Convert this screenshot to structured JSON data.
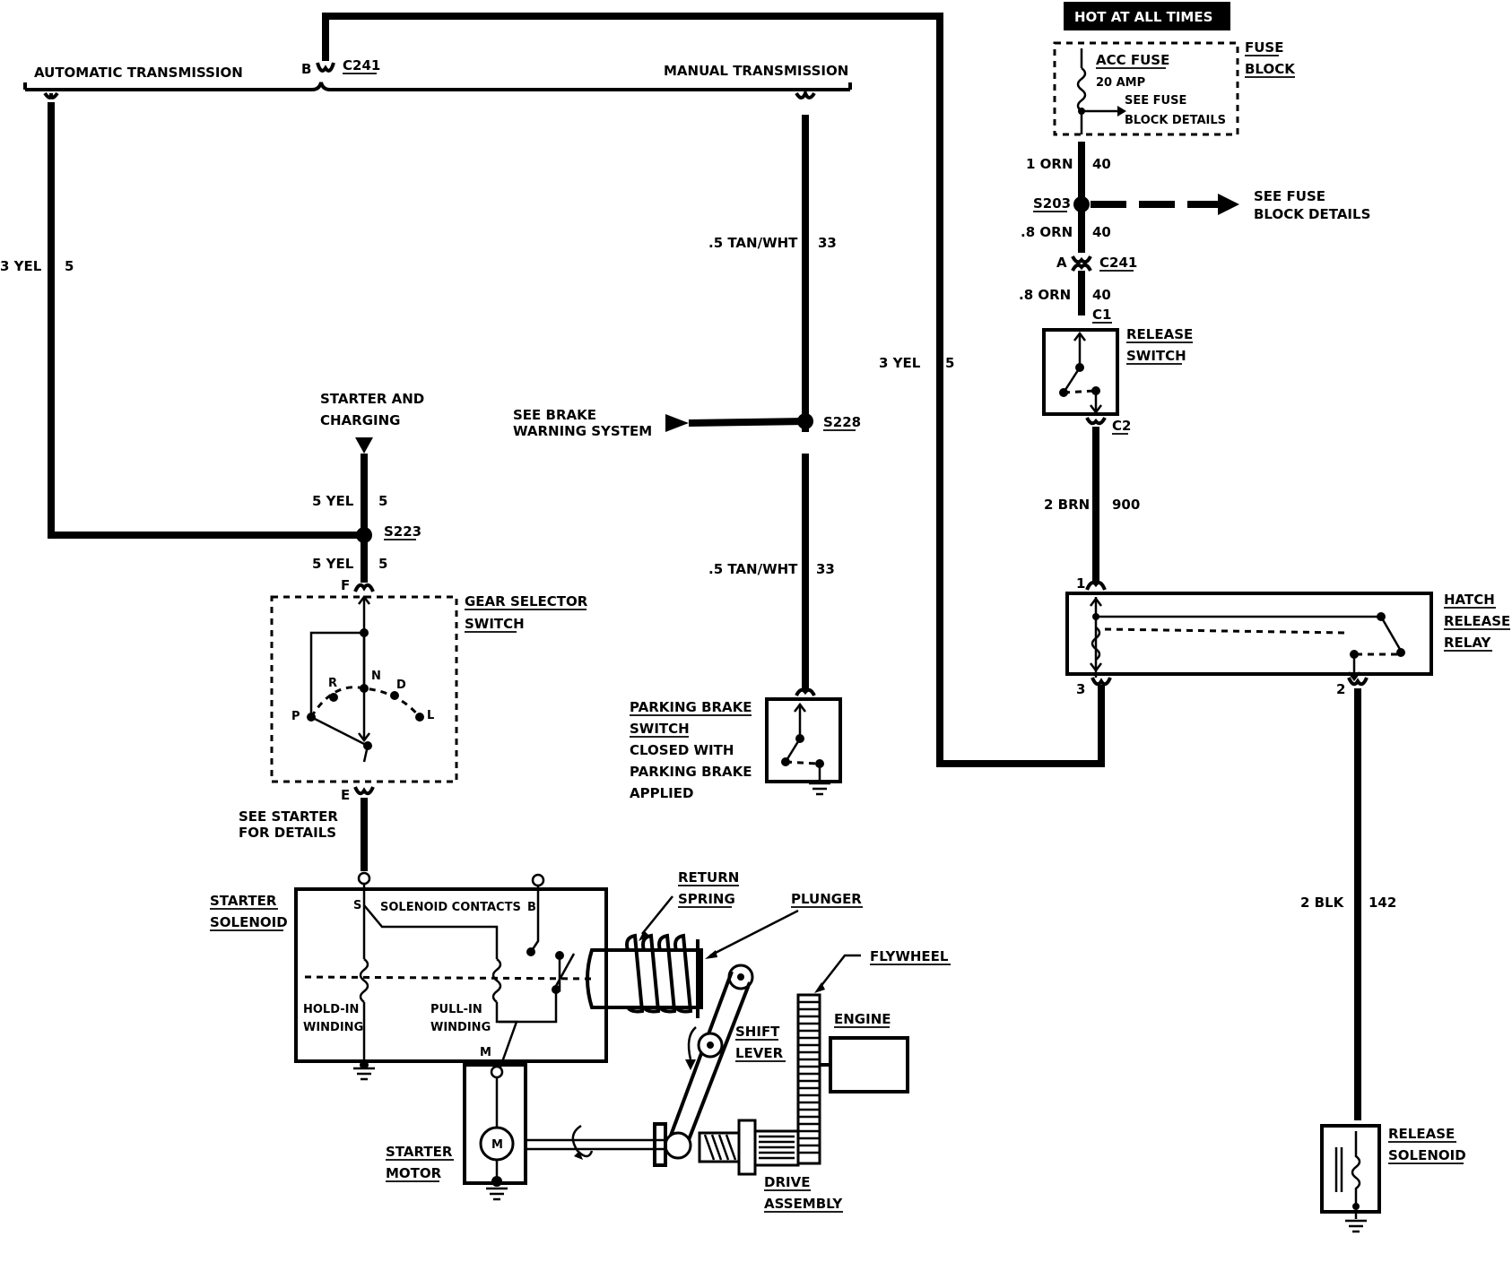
{
  "labels": {
    "hot_at_all_times": "HOT AT ALL TIMES",
    "acc_fuse": "ACC FUSE",
    "amp": "20 AMP",
    "see_fuse_1": "SEE FUSE",
    "block_details_1": "BLOCK DETAILS",
    "fuse": "FUSE",
    "block": "BLOCK",
    "see_fuse_2": "SEE FUSE",
    "block_details_2": "BLOCK DETAILS",
    "auto_trans": "AUTOMATIC TRANSMISSION",
    "manual_trans": "MANUAL TRANSMISSION",
    "release_1": "RELEASE",
    "switch_1": "SWITCH",
    "hatch": "HATCH",
    "release_2": "RELEASE",
    "relay": "RELAY",
    "release_3": "RELEASE",
    "solenoid_1": "SOLENOID",
    "starter_and": "STARTER AND",
    "charging": "CHARGING",
    "see_brake": "SEE BRAKE",
    "warning_system": "WARNING SYSTEM",
    "gear_selector": "GEAR SELECTOR",
    "switch_2": "SWITCH",
    "parking_brake": "PARKING BRAKE",
    "switch_3": "SWITCH",
    "closed_with": "CLOSED WITH",
    "parking_brake_2": "PARKING BRAKE",
    "applied": "APPLIED",
    "see_starter": "SEE STARTER",
    "for_details": "FOR DETAILS",
    "starter": "STARTER",
    "solenoid_2": "SOLENOID",
    "solenoid_contacts": "SOLENOID CONTACTS",
    "return": "RETURN",
    "spring": "SPRING",
    "plunger": "PLUNGER",
    "flywheel": "FLYWHEEL",
    "engine": "ENGINE",
    "hold_in": "HOLD-IN",
    "winding_1": "WINDING",
    "pull_in": "PULL-IN",
    "winding_2": "WINDING",
    "shift": "SHIFT",
    "lever": "LEVER",
    "starter_2": "STARTER",
    "motor": "MOTOR",
    "drive": "DRIVE",
    "assembly": "ASSEMBLY",
    "motor_symbol": "M"
  },
  "wires": {
    "orn_1": "1 ORN",
    "orn_1_circuit": "40",
    "orn_08a": ".8 ORN",
    "orn_08a_circuit": "40",
    "orn_08b": ".8 ORN",
    "orn_08b_circuit": "40",
    "brn_2": "2 BRN",
    "brn_2_circuit": "900",
    "blk_2": "2 BLK",
    "blk_2_circuit": "142",
    "yel_3_left": "3 YEL",
    "yel_3_left_circuit": "5",
    "yel_3_right": "3 YEL",
    "yel_3_right_circuit": "5",
    "tan_upper": ".5 TAN/WHT",
    "tan_upper_circuit": "33",
    "tan_lower": ".5 TAN/WHT",
    "tan_lower_circuit": "33",
    "yel_5_upper": "5 YEL",
    "yel_5_upper_circuit": "5",
    "yel_5_lower": "5 YEL",
    "yel_5_lower_circuit": "5"
  },
  "connectors": {
    "s203": "S203",
    "c241_a": "C241",
    "c241_b": "C241",
    "pin_a": "A",
    "pin_b": "B",
    "c1": "C1",
    "c2": "C2",
    "s228": "S228",
    "s223": "S223",
    "pin_f": "F",
    "pin_e": "E",
    "relay_1": "1",
    "relay_2": "2",
    "relay_3": "3",
    "pos_p": "P",
    "pos_r": "R",
    "pos_n": "N",
    "pos_d": "D",
    "pos_l": "L",
    "term_s": "S",
    "term_b": "B",
    "term_m": "M"
  }
}
